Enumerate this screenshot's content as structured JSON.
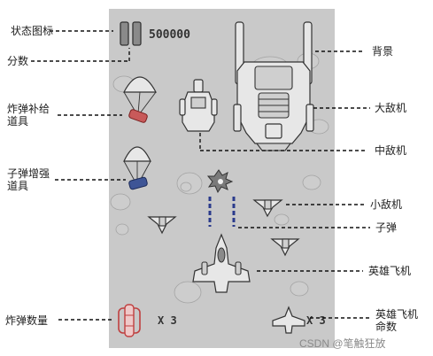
{
  "game": {
    "score": "500000",
    "bomb_count": "X 3",
    "lives_count": "X 3"
  },
  "labels": {
    "status_icon": "状态图标",
    "score": "分数",
    "background": "背景",
    "bomb_supply": "炸弹补给\n道具",
    "big_enemy": "大敌机",
    "middle_enemy": "中敌机",
    "bullet_supply": "子弹增强\n道具",
    "small_enemy": "小敌机",
    "bullet": "子弹",
    "hero": "英雄飞机",
    "bomb_count": "炸弹数量",
    "hero_lives": "英雄飞机\n命数"
  },
  "watermark": "CSDN @笔触狂放",
  "colors": {
    "screen_bg": "#c9c9c9",
    "ink": "#333333",
    "bullet": "#2a3a8c",
    "bomb_red": "#b03030",
    "supply_blue": "#2b3f7a"
  }
}
